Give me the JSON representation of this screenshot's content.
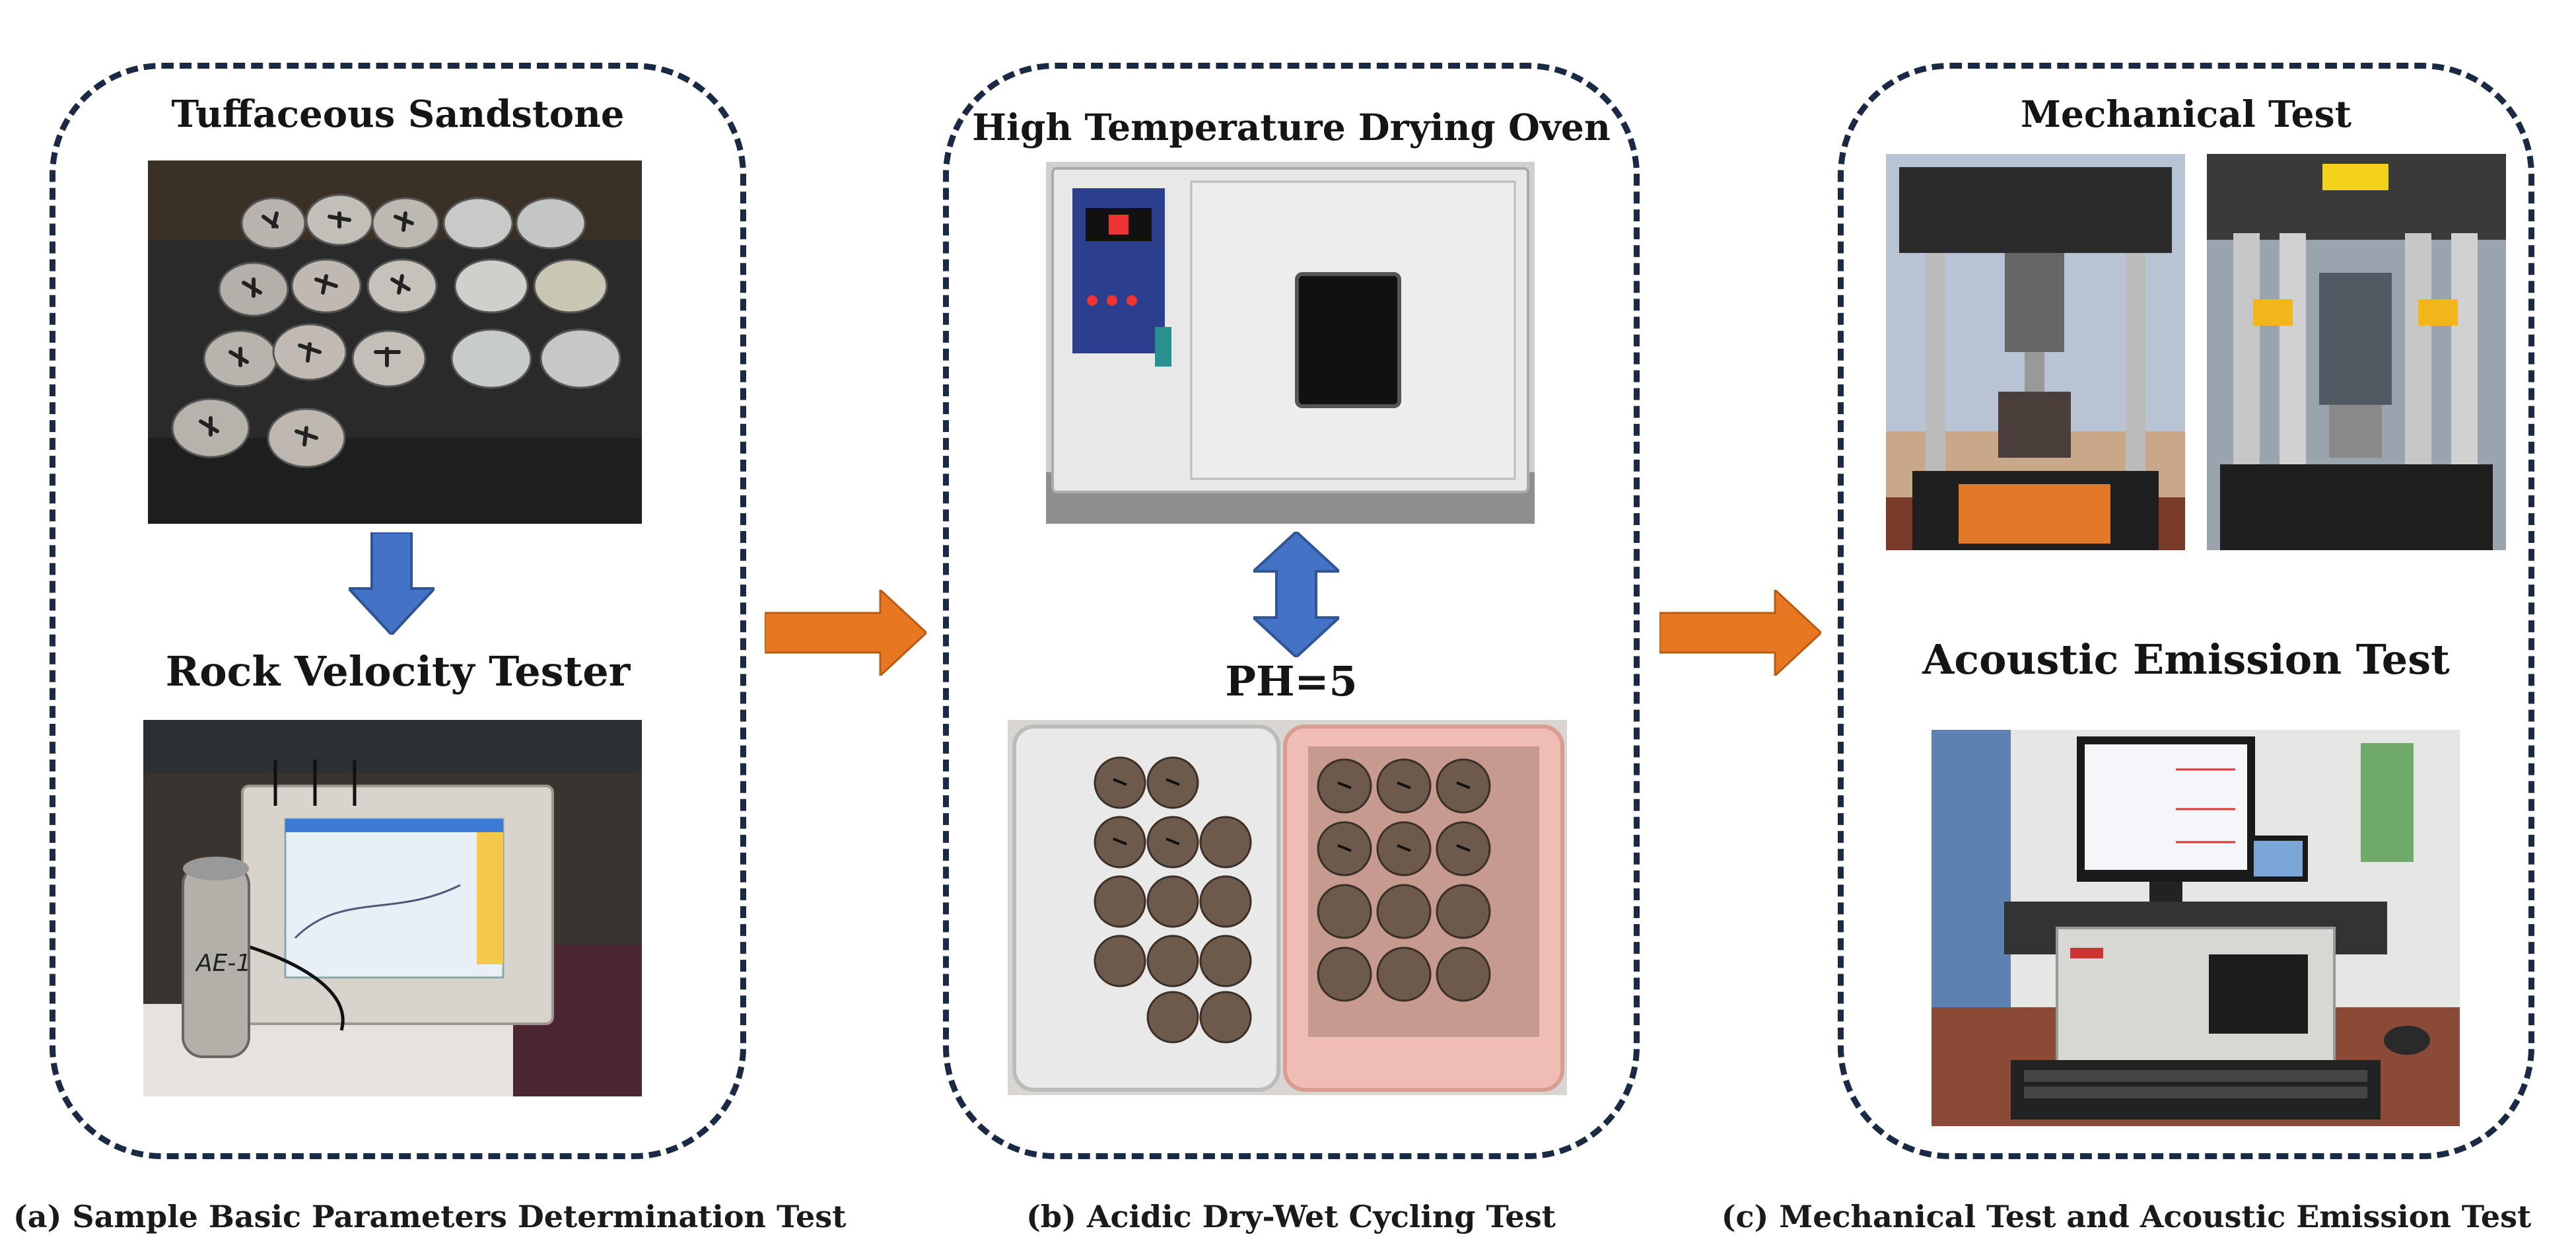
{
  "panels": {
    "a": {
      "title_top": "Tuffaceous Sandstone",
      "title_bottom": "Rock Velocity Tester",
      "caption": "(a) Sample Basic Parameters Determination Test"
    },
    "b": {
      "title_top": "High Temperature Drying Oven",
      "label_mid": "PH=5",
      "caption": "(b) Acidic Dry-Wet Cycling Test"
    },
    "c": {
      "title_top": "Mechanical Test",
      "title_mid": "Acoustic Emission Test",
      "caption": "(c) Mechanical Test and Acoustic Emission Test"
    }
  },
  "photo_labels": {
    "velocity_cylinder_text": "AE-1"
  },
  "colors": {
    "dash_border": "#1b2a44",
    "flow_arrow": "#e87722",
    "inner_arrow": "#4472c4",
    "text": "#151515"
  },
  "icons": {
    "flow_arrow": "right-arrow-icon",
    "down_arrow": "down-arrow-icon",
    "double_arrow": "up-down-arrow-icon"
  }
}
